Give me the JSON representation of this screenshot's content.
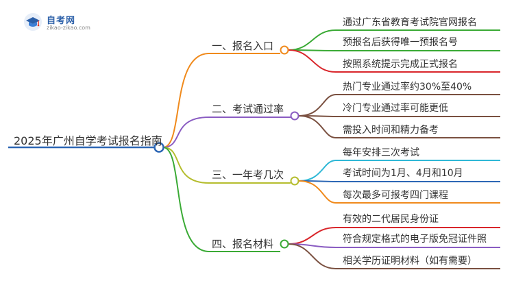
{
  "logo": {
    "name": "自考网",
    "url": "zikao-zikao.com"
  },
  "mindmap": {
    "root": "2025年广州自学考试报名指南",
    "branches": [
      {
        "label": "一、报名入口",
        "color": "#f08a1c",
        "leaves": [
          {
            "text": "通过广东省教育考试院官网报名",
            "color": "#3aaa35"
          },
          {
            "text": "预报名后获得唯一预报名号",
            "color": "#3aaa35"
          },
          {
            "text": "按照系统提示完成正式报名",
            "color": "#d9262b"
          }
        ]
      },
      {
        "label": "二、考试通过率",
        "color": "#8a5cc2",
        "leaves": [
          {
            "text": "热门专业通过率约30%至40%",
            "color": "#7a5040"
          },
          {
            "text": "冷门专业通过率可能更低",
            "color": "#7a5040"
          },
          {
            "text": "需投入时间和精力备考",
            "color": "#7a5040"
          }
        ]
      },
      {
        "label": "三、一年考几次",
        "color": "#b5bd2e",
        "leaves": [
          {
            "text": "每年安排三次考试",
            "color": "#2fb8d6"
          },
          {
            "text": "考试时间为1月、4月和10月",
            "color": "#2d67b5"
          },
          {
            "text": "每次最多可报考四门课程",
            "color": "#f08a1c"
          }
        ]
      },
      {
        "label": "四、报名材料",
        "color": "#3aaa35",
        "leaves": [
          {
            "text": "有效的二代居民身份证",
            "color": "#d9262b"
          },
          {
            "text": "符合规定格式的电子版免冠证件照",
            "color": "#8a5cc2"
          },
          {
            "text": "相关学历证明材料（如有需要）",
            "color": "#7a5040"
          }
        ]
      }
    ]
  },
  "colors": {
    "root_line": "#2d67b5",
    "text": "#333333"
  }
}
